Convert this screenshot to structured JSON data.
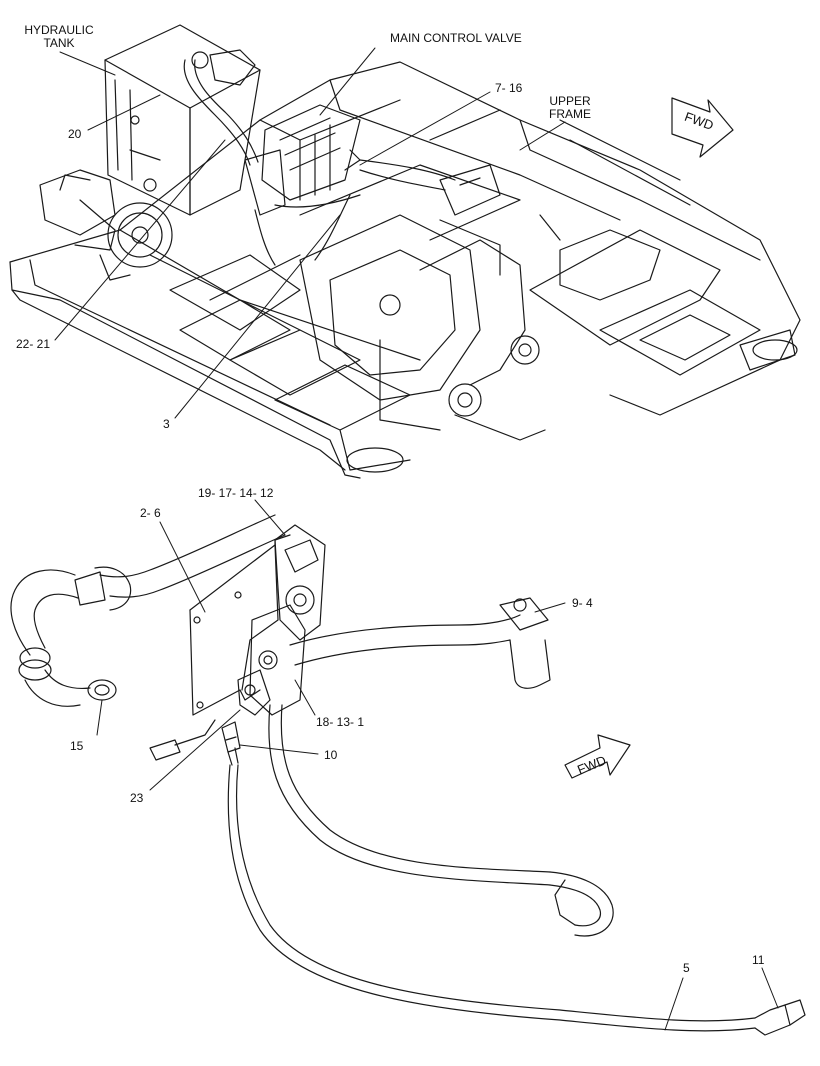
{
  "labels": {
    "hydraulic_tank_line1": "HYDRAULIC",
    "hydraulic_tank_line2": "TANK",
    "main_control_valve": "MAIN CONTROL VALVE",
    "upper_frame_line1": "UPPER",
    "upper_frame_line2": "FRAME",
    "part_20": "20",
    "part_7_16": "7- 16",
    "part_22_21": "22- 21",
    "part_3": "3",
    "part_19_17_14_12": "19- 17- 14- 12",
    "part_2_6": "2- 6",
    "part_9_4": "9- 4",
    "part_18_13_1": "18- 13- 1",
    "part_15": "15",
    "part_10": "10",
    "part_23": "23",
    "part_5": "5",
    "part_11": "11"
  },
  "fwd_arrows": [
    "FWD",
    "FWD"
  ],
  "colors": {
    "line": "#1a1a1a",
    "background": "#ffffff"
  }
}
